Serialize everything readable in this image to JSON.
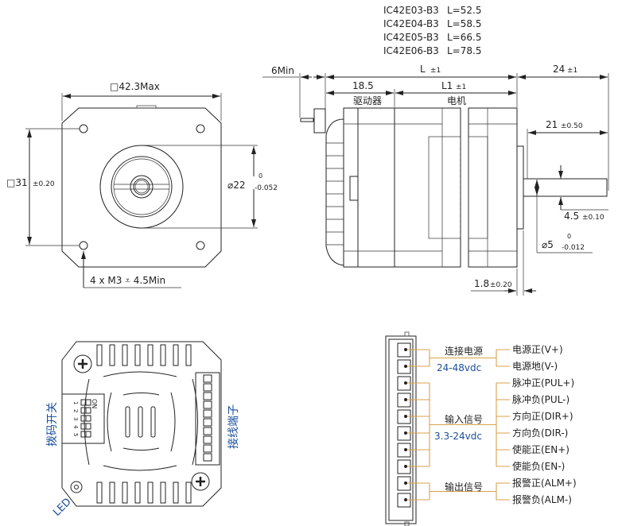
{
  "models": [
    {
      "model": "IC42E03-B3",
      "length": "L=52.5"
    },
    {
      "model": "IC42E04-B3",
      "length": "L=58.5"
    },
    {
      "model": "IC42E05-B3",
      "length": "L=66.5"
    },
    {
      "model": "IC42E06-B3",
      "length": "L=78.5"
    }
  ],
  "front_view": {
    "width_dim": "□42.3Max",
    "hole_spacing_dim": "□31",
    "hole_spacing_tol": "±0.20",
    "boss_dim": "⌀22",
    "boss_tol_upper": "0",
    "boss_tol_lower": "-0.052",
    "hole_note": "4 x  M3 ⩡ 4.5Min"
  },
  "side_view": {
    "connector_dim": "6Min",
    "length_dim": "L",
    "length_tol": "±1",
    "shaft_len_dim": "24",
    "shaft_len_tol": "±1",
    "driver_dim": "18.5",
    "driver_label": "驱动器",
    "motor_dim": "L1",
    "motor_tol": "±1",
    "motor_label": "电机",
    "flat_len_dim": "21",
    "flat_len_tol": "±0.50",
    "flat_depth_dim": "4.5",
    "flat_depth_tol": "±0.10",
    "shaft_dia_dim": "⌀5",
    "shaft_dia_tol_upper": "0",
    "shaft_dia_tol_lower": "-0.012",
    "boss_height_dim": "1.8",
    "boss_height_tol": "±0.20"
  },
  "back_view": {
    "dip_switch_label": "拨码开关",
    "terminal_label": "接线端子",
    "led_label": "LED",
    "dip_on_label": "ON",
    "dip_numbers": [
      "1",
      "2",
      "3",
      "4",
      "5"
    ]
  },
  "wiring": {
    "groups": [
      {
        "name": "连接电源",
        "voltage": "24-48vdc",
        "pins": [
          "电源正(V+)",
          "电源地(V-)"
        ]
      },
      {
        "name": "输入信号",
        "voltage": "3.3-24vdc",
        "pins": [
          "脉冲正(PUL+)",
          "脉冲负(PUL-)",
          "方向正(DIR+)",
          "方向负(DIR-)",
          "使能正(EN+)",
          "使能负(EN-)"
        ]
      },
      {
        "name": "输出信号",
        "voltage": "",
        "pins": [
          "报警正(ALM+)",
          "报警负(ALM-)"
        ]
      }
    ]
  },
  "colors": {
    "label_blue": "#1a4f9c",
    "wire_orange": "#d9a24a",
    "line": "#222222"
  }
}
